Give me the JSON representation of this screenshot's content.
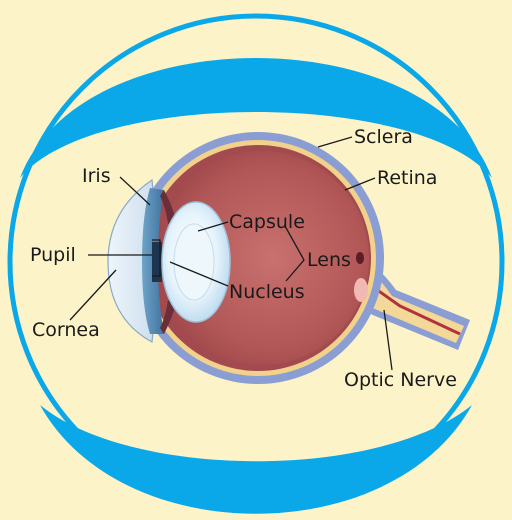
{
  "labels": {
    "sclera": "Sclera",
    "retina": "Retina",
    "iris": "Iris",
    "capsule": "Capsule",
    "lens": "Lens",
    "pupil": "Pupil",
    "nucleus": "Nucleus",
    "cornea": "Cornea",
    "optic_nerve": "Optic Nerve"
  },
  "colors": {
    "background": "#fdf3c9",
    "frame_blue": "#0aa8e8",
    "sclera": "#8a9ed4",
    "retina": "#f2d18a",
    "interior": "#b55a5c",
    "lens": "#dff0fb",
    "nerve": "#f3d899"
  }
}
